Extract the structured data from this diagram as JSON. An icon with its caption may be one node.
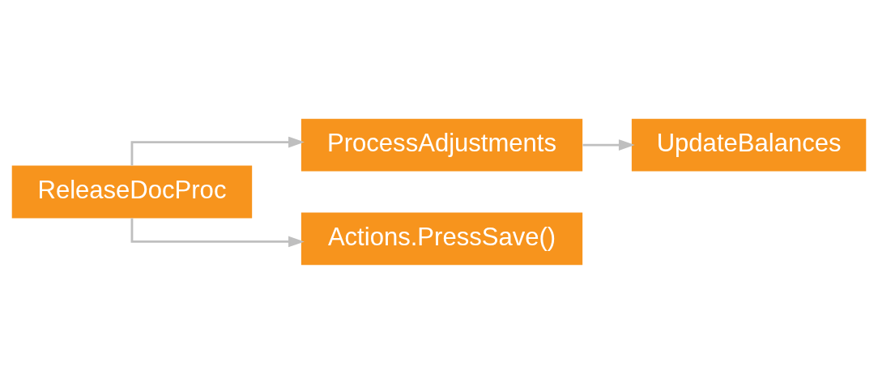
{
  "diagram": {
    "nodes": [
      {
        "text": [
          "ReleaseDocProc"
        ]
      },
      {
        "text": [
          "ProcessAdjustments"
        ]
      },
      {
        "text": [
          "UpdateBalances"
        ]
      },
      {
        "text": [
          "Actions.PressSave()"
        ]
      }
    ],
    "edges": [
      {
        "from": 0,
        "to": 1,
        "arrow": "to"
      },
      {
        "from": 1,
        "to": 2,
        "arrow": "to"
      },
      {
        "from": 0,
        "to": 3,
        "arrow": "to"
      }
    ]
  }
}
